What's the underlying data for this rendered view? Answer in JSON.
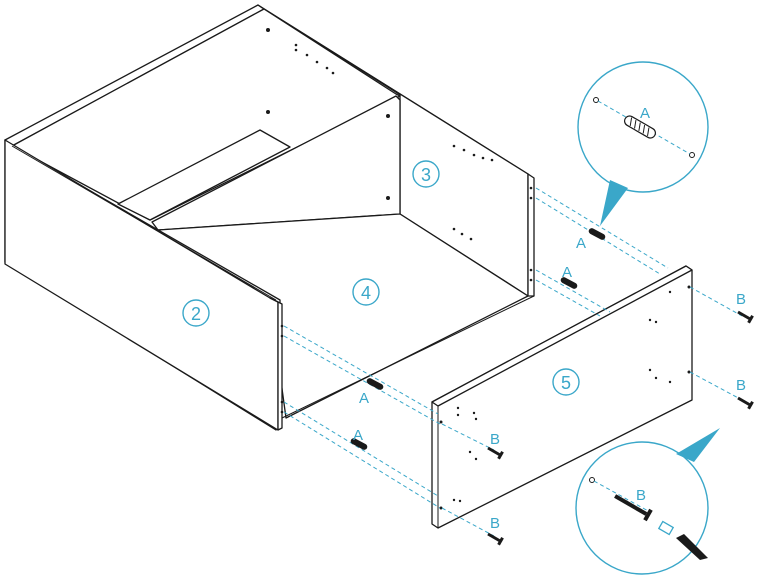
{
  "parts": {
    "side_panel": "2",
    "back_panel": "3",
    "bottom_panel": "4",
    "front_panel": "5"
  },
  "hardware": {
    "dowel": "A",
    "screw": "B"
  },
  "colors": {
    "accent": "#3aa7c9",
    "line": "#1a1a1a"
  }
}
